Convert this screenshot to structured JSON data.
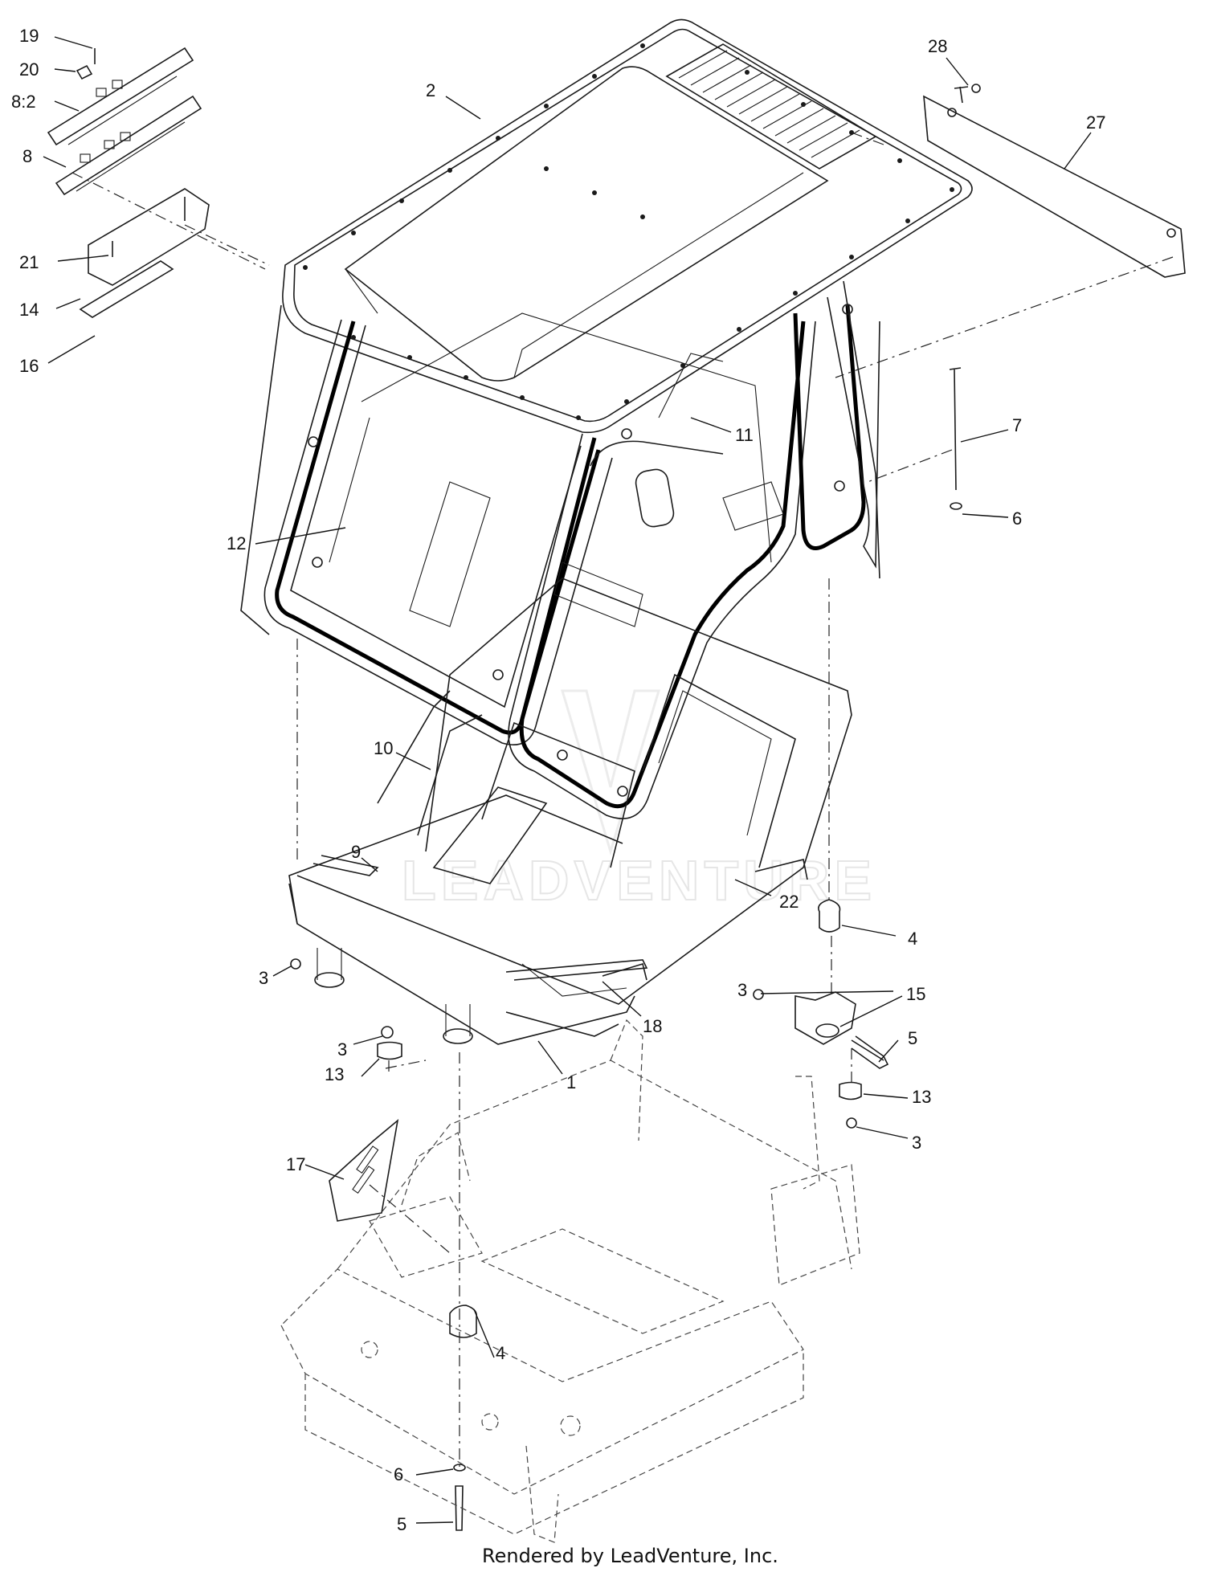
{
  "callouts": [
    {
      "id": "c19",
      "label": "19"
    },
    {
      "id": "c20",
      "label": "20"
    },
    {
      "id": "c8_2",
      "label": "8:2"
    },
    {
      "id": "c8",
      "label": "8"
    },
    {
      "id": "c21",
      "label": "21"
    },
    {
      "id": "c14",
      "label": "14"
    },
    {
      "id": "c16",
      "label": "16"
    },
    {
      "id": "c2",
      "label": "2"
    },
    {
      "id": "c28",
      "label": "28"
    },
    {
      "id": "c27",
      "label": "27"
    },
    {
      "id": "c7",
      "label": "7"
    },
    {
      "id": "c6a",
      "label": "6"
    },
    {
      "id": "c11",
      "label": "11"
    },
    {
      "id": "c12",
      "label": "12"
    },
    {
      "id": "c10",
      "label": "10"
    },
    {
      "id": "c9",
      "label": "9"
    },
    {
      "id": "c22",
      "label": "22"
    },
    {
      "id": "c4a",
      "label": "4"
    },
    {
      "id": "c3a",
      "label": "3"
    },
    {
      "id": "c3b",
      "label": "3"
    },
    {
      "id": "c15",
      "label": "15"
    },
    {
      "id": "c18",
      "label": "18"
    },
    {
      "id": "c3c",
      "label": "3"
    },
    {
      "id": "c13a",
      "label": "13"
    },
    {
      "id": "c5a",
      "label": "5"
    },
    {
      "id": "c1",
      "label": "1"
    },
    {
      "id": "c13b",
      "label": "13"
    },
    {
      "id": "c3d",
      "label": "3"
    },
    {
      "id": "c17",
      "label": "17"
    },
    {
      "id": "c4b",
      "label": "4"
    },
    {
      "id": "c6b",
      "label": "6"
    },
    {
      "id": "c5b",
      "label": "5"
    }
  ],
  "watermark": "LEADVENTURE",
  "footer": "Rendered by LeadVenture, Inc.",
  "colors": {
    "ink": "#1a1a1a",
    "watermark": "#e6e6e6",
    "background": "#ffffff"
  }
}
